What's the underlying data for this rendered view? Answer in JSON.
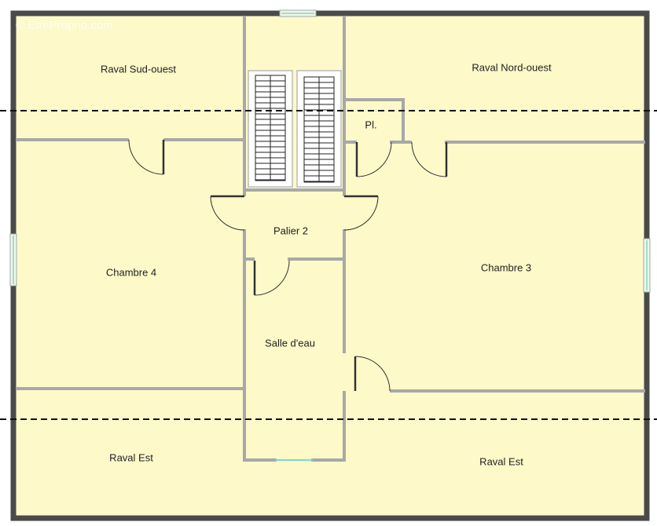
{
  "watermark": "© EtreProprio.com",
  "rooms": {
    "raval_sud_ouest": "Raval Sud-ouest",
    "raval_nord_ouest": "Raval Nord-ouest",
    "placard": "Pl.",
    "palier": "Palier 2",
    "chambre_4": "Chambre 4",
    "chambre_3": "Chambre 3",
    "salle_eau": "Salle d'eau",
    "raval_est_left": "Raval Est",
    "raval_est_right": "Raval Est"
  },
  "colors": {
    "floor": "#fdf9c9",
    "outer_wall": "#4a4a4a",
    "inner_wall": "#a8a8a8",
    "window": "#7ed7c9"
  }
}
